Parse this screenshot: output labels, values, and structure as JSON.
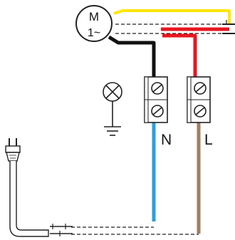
{
  "motor": {
    "line1": "M",
    "line2": "1~"
  },
  "terminals": {
    "neutral_label": "N",
    "live_label": "L"
  },
  "colors": {
    "yellow_wire": "#ffe600",
    "red_wire": "#e8161f",
    "black_wire": "#111111",
    "blue_wire": "#2d9fe0",
    "brown_wire": "#9c8064",
    "outline": "#222222"
  }
}
